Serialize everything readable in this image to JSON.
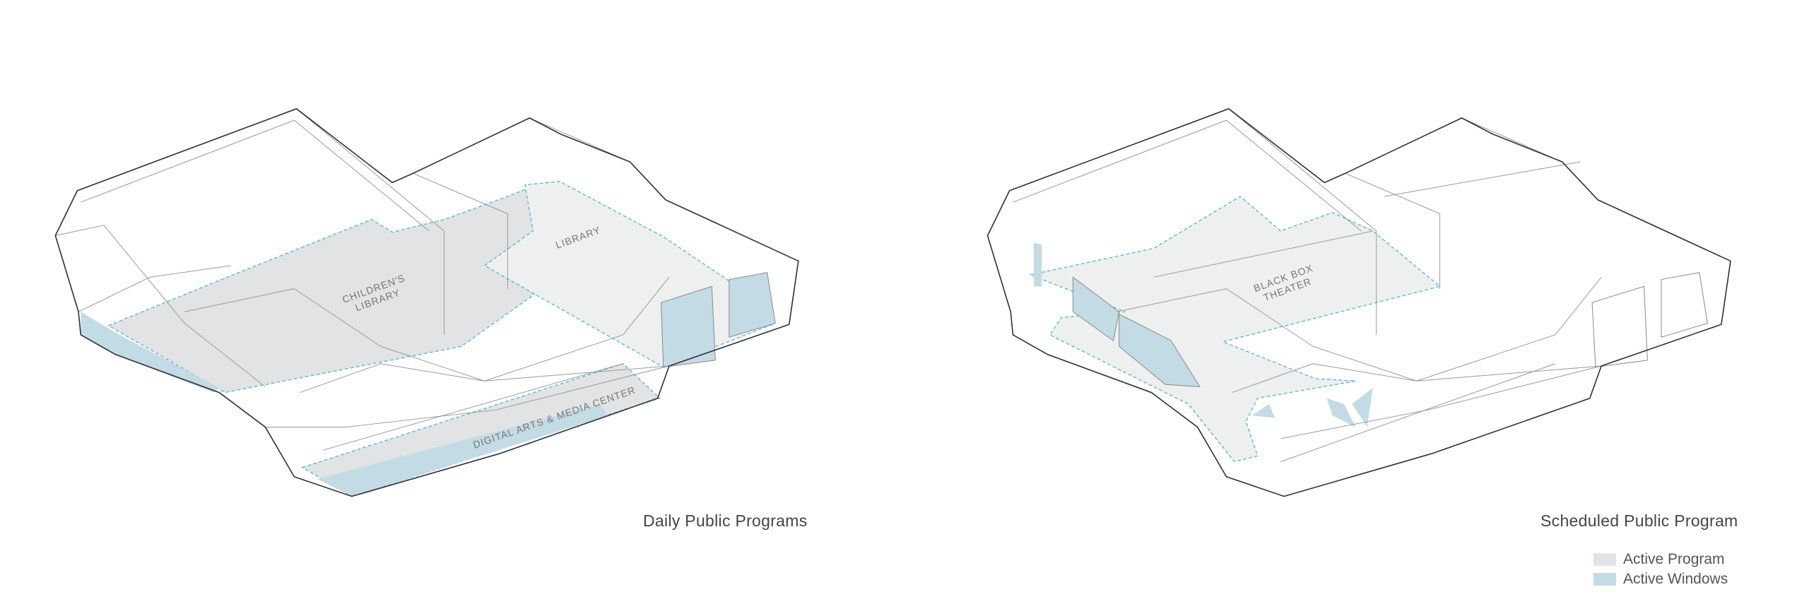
{
  "diagrams": [
    {
      "caption": "Daily Public Programs",
      "labels": {
        "childrens_library": "CHILDREN'S\nLIBRARY",
        "library": "LIBRARY",
        "digital_arts": "DIGITAL ARTS & MEDIA CENTER"
      }
    },
    {
      "caption": "Scheduled Public Program",
      "labels": {
        "black_box": "BLACK BOX\nTHEATER"
      }
    }
  ],
  "legend": [
    {
      "label": "Active Program",
      "color": "#e2e3e4"
    },
    {
      "label": "Active Windows",
      "color": "#c3dbe5"
    }
  ],
  "colors": {
    "program": "#e2e3e4",
    "program_light": "#eef0ef",
    "window": "#c3dbe5",
    "dash": "#4fb6d3",
    "line": "#333333"
  }
}
